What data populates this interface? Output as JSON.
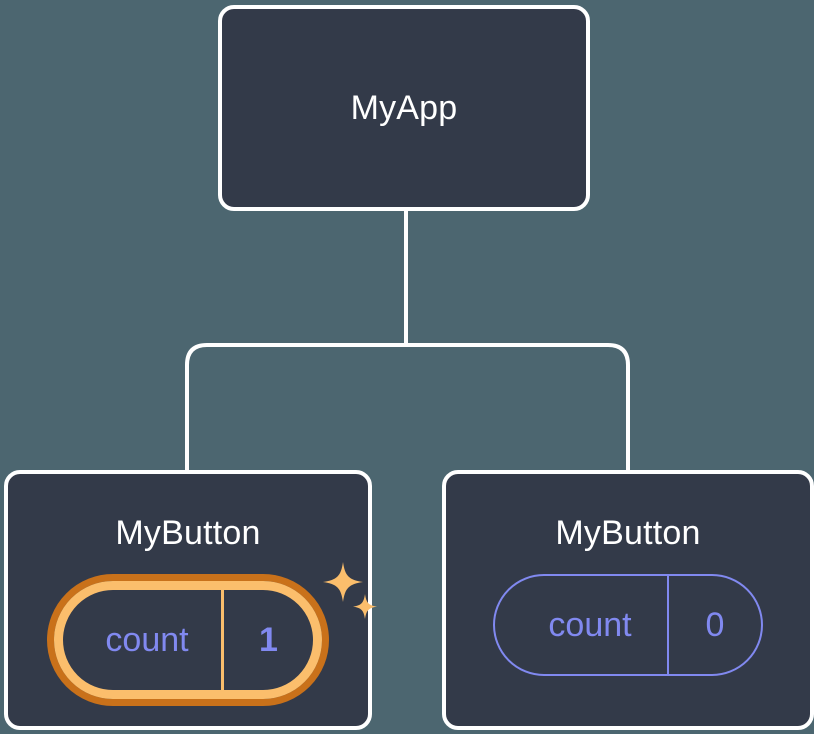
{
  "diagram": {
    "title_semantics": "react-component-tree-with-state",
    "background_color": "#4c6670",
    "node_fill": "#333a49",
    "node_border": "#ffffff",
    "connector_color": "#ffffff",
    "state_color": "#8189f0",
    "highlight_outer_color": "#c9711a",
    "highlight_inner_color": "#fbbe6c",
    "sparkle_color": "#fbbe6c"
  },
  "root": {
    "label": "MyApp"
  },
  "children": [
    {
      "label": "MyButton",
      "state": {
        "key": "count",
        "value": "1"
      },
      "highlighted": true,
      "sparkle_large": "sparkle-icon",
      "sparkle_small": "sparkle-icon"
    },
    {
      "label": "MyButton",
      "state": {
        "key": "count",
        "value": "0"
      },
      "highlighted": false
    }
  ]
}
